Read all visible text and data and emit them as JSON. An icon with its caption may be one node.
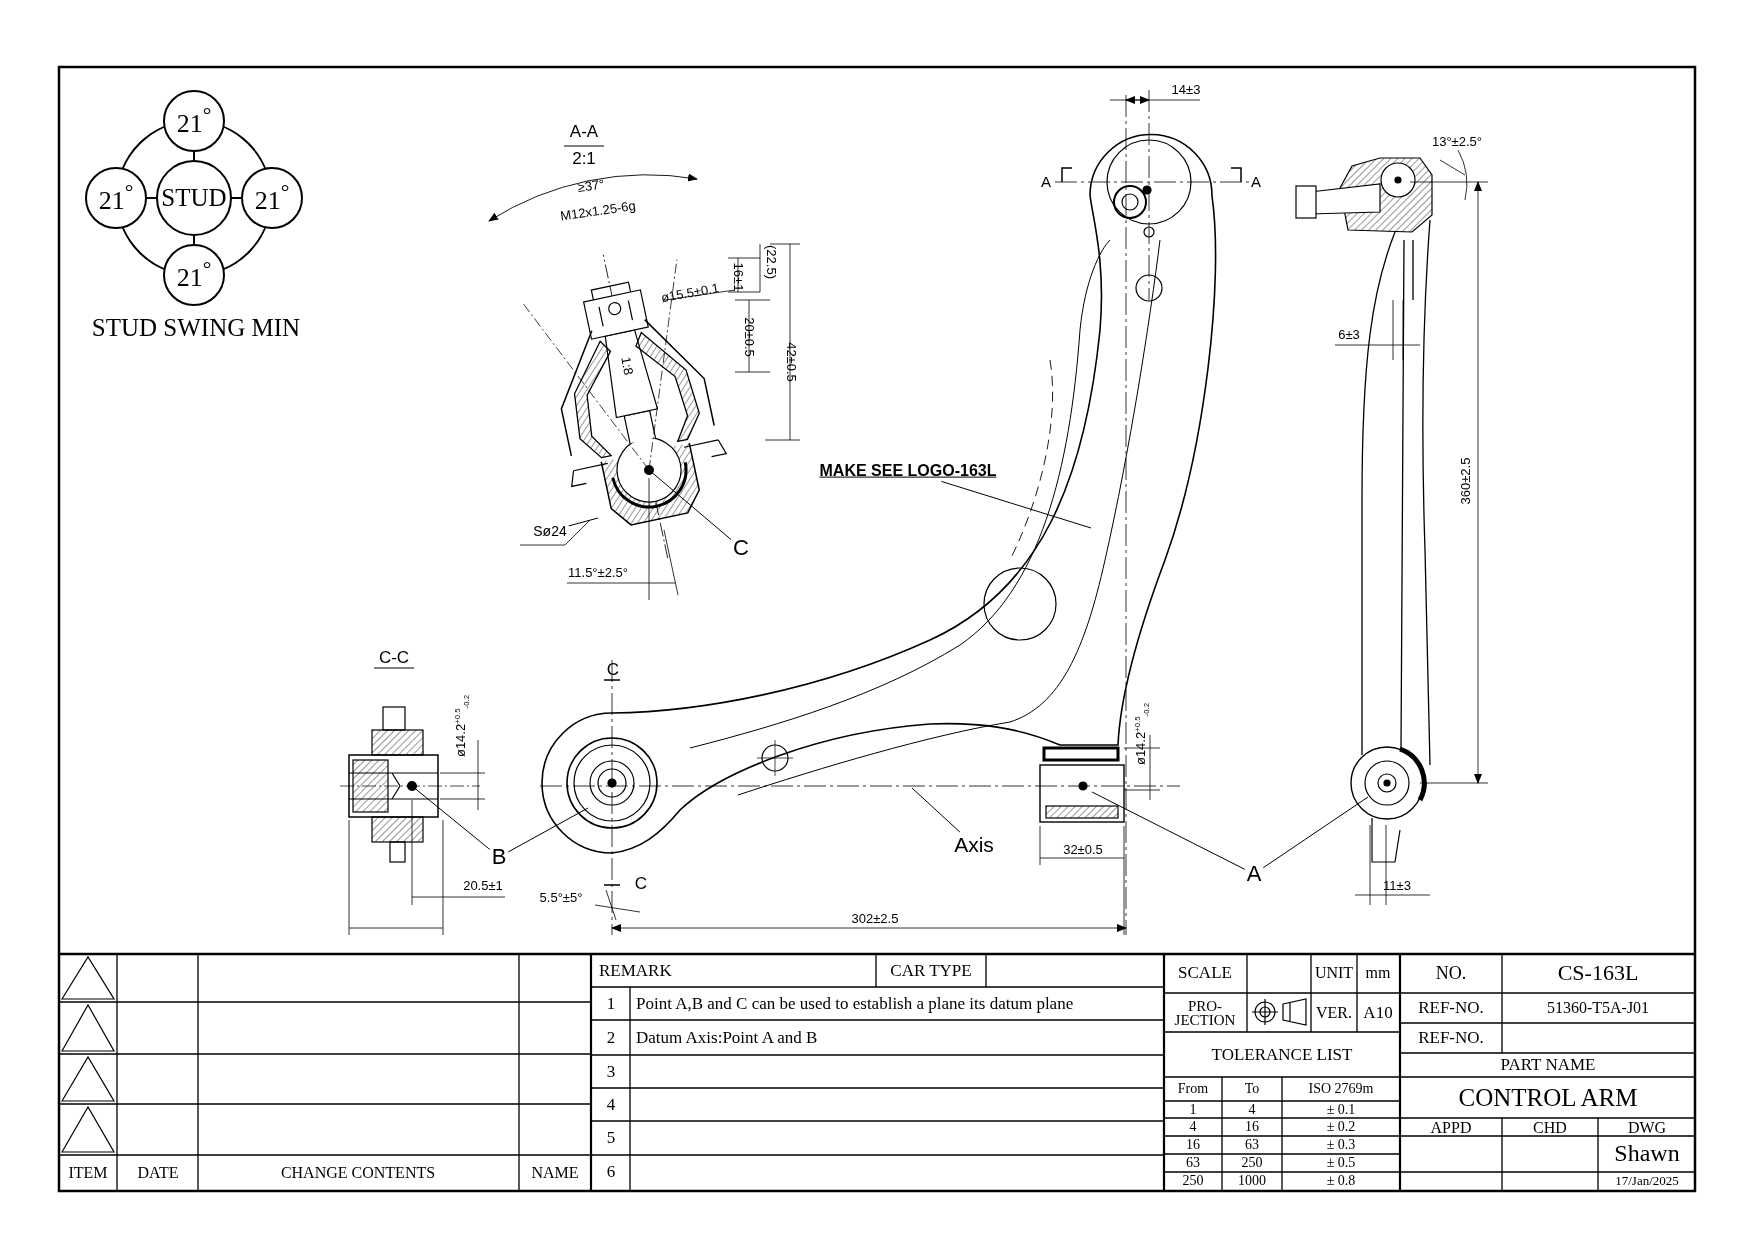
{
  "diagram": {
    "nodes": [
      {
        "text": [
          "21$^{°}$"
        ]
      },
      {
        "text": [
          "21$^{°}$"
        ]
      },
      {
        "text": [
          "STUD"
        ]
      },
      {
        "text": [
          "21$^{°}$"
        ]
      },
      {
        "text": [
          "21$^{°}$"
        ]
      },
      {
        "text": [
          "C"
        ]
      },
      {
        "text": [
          "B"
        ]
      },
      {
        "text": [
          "A"
        ]
      },
      {
        "text": [
          "Axis"
        ]
      },
      {
        "text": [
          "MAKE SEE LOGO-163L"
        ]
      },
      {
        "text": [
          "Sø24"
        ]
      }
    ],
    "edges": [
      {
        "from": 2,
        "to": 0,
        "arrow": "none"
      },
      {
        "from": 2,
        "to": 1,
        "arrow": "none"
      },
      {
        "from": 2,
        "to": 3,
        "arrow": "none"
      },
      {
        "from": 2,
        "to": 4,
        "arrow": "none"
      },
      {
        "from": 5,
        "to": null,
        "arrow": "other"
      },
      {
        "from": 6,
        "to": null,
        "arrow": "other"
      },
      {
        "from": 6,
        "to": null,
        "arrow": "none"
      },
      {
        "from": 7,
        "to": null,
        "arrow": "none"
      },
      {
        "from": 7,
        "to": null,
        "arrow": "none"
      },
      {
        "from": 8,
        "to": null,
        "arrow": "none"
      },
      {
        "from": 9,
        "to": null,
        "arrow": "none"
      },
      {
        "from": 10,
        "to": null,
        "arrow": "none"
      }
    ],
    "labels": [
      "A-A",
      "2:1",
      "STUD SWING MIN",
      "≥37°",
      "M12x1.25-6g",
      "(22.5)",
      "16±1",
      "ø15.5±0.1",
      "20±0.5",
      "42±0.5",
      "1:8",
      "11.5°±2.5°",
      "14±3",
      "A",
      "A",
      "13°±2.5°",
      "6±3",
      "360±2.5",
      "C-C",
      "ø14.2$^{+0.5}$$_{-0.2}$",
      "C",
      "ø14.2$^{+0.5}$$_{-0.2}$",
      "32±0.5",
      "20.5±1",
      "11±3",
      "5.5°±5°",
      "C",
      "302±2.5",
      "REMARK",
      "CAR TYPE",
      "1",
      "Point A,B and C can be used to establish a plane its datum plane",
      "2",
      "Datum Axis:Point A and B",
      "3",
      "4",
      "5",
      "ITEM",
      "DATE",
      "CHANGE CONTENTS",
      "NAME",
      "6",
      "SCALE",
      "UNIT",
      "mm",
      "NO.",
      "CS-163L",
      "PRO- JECTION",
      "VER.",
      "A10",
      "REF-NO.",
      "51360-T5A-J01",
      "REF-NO.",
      "TOLERANCE LIST",
      "PART NAME",
      "From",
      "To",
      "ISO 2769m",
      "CONTROL ARM",
      "1",
      "4",
      "± 0.1",
      "4",
      "16",
      "± 0.2",
      "APPD",
      "CHD",
      "DWG",
      "16",
      "63",
      "± 0.3",
      "Shawn",
      "63",
      "250",
      "± 0.5",
      "250",
      "1000",
      "± 0.8",
      "17/Jan/2025"
    ]
  }
}
